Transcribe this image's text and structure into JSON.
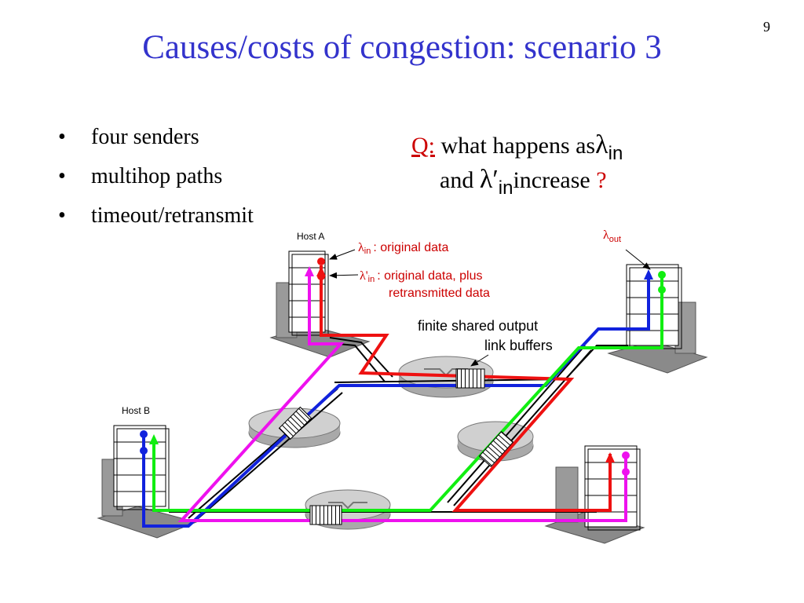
{
  "slide_number": "9",
  "title": "Causes/costs of congestion: scenario 3",
  "bullets": [
    "four senders",
    "multihop paths",
    "timeout/retransmit"
  ],
  "question": {
    "label": "Q:",
    "text_1": "what happens as",
    "lambda": "λ",
    "sub_in": "in",
    "text_and": "and",
    "lambda_prime": "λ′",
    "text_increase": "increase",
    "mark": "?"
  },
  "diagram": {
    "host_a": "Host A",
    "host_b": "Host B",
    "lambda_in_symbol": "λ",
    "lambda_in_sub": "in",
    "lambda_in_text": ": original data",
    "lambda_prime_symbol": "λ'",
    "lambda_prime_sub": "in",
    "lambda_prime_text_1": ": original data, plus",
    "lambda_prime_text_2": "retransmitted data",
    "lambda_out_symbol": "λ",
    "lambda_out_sub": "out",
    "buffers_line1": "finite shared output",
    "buffers_line2": "link buffers"
  },
  "colors": {
    "title": "#3333cc",
    "red_flow": "#ee1111",
    "blue_flow": "#1122dd",
    "green_flow": "#11ee11",
    "magenta_flow": "#ee11ee",
    "accent_red": "#cc0000"
  }
}
